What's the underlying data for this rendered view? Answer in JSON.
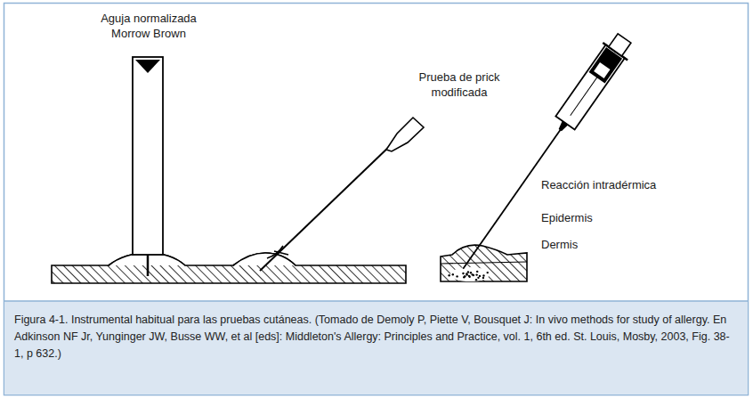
{
  "diagram": {
    "caption": "Figura 4-1. Instrumental habitual para las pruebas cutáneas. (Tomado de Demoly P, Piette V, Bousquet J: In vivo methods for study of allergy. En Adkinson NF Jr, Yunginger JW, Busse WW, et al [eds]: Middleton's Allergy: Principles and Practice, vol. 1, 6th ed. St. Louis, Mosby, 2003, Fig. 38-1, p 632.)",
    "labels": [
      "Aguja normalizada Morrow Brown",
      "Prueba de prick modificada",
      "Reacción intradérmica",
      "Epidermis",
      "Dermis"
    ]
  }
}
